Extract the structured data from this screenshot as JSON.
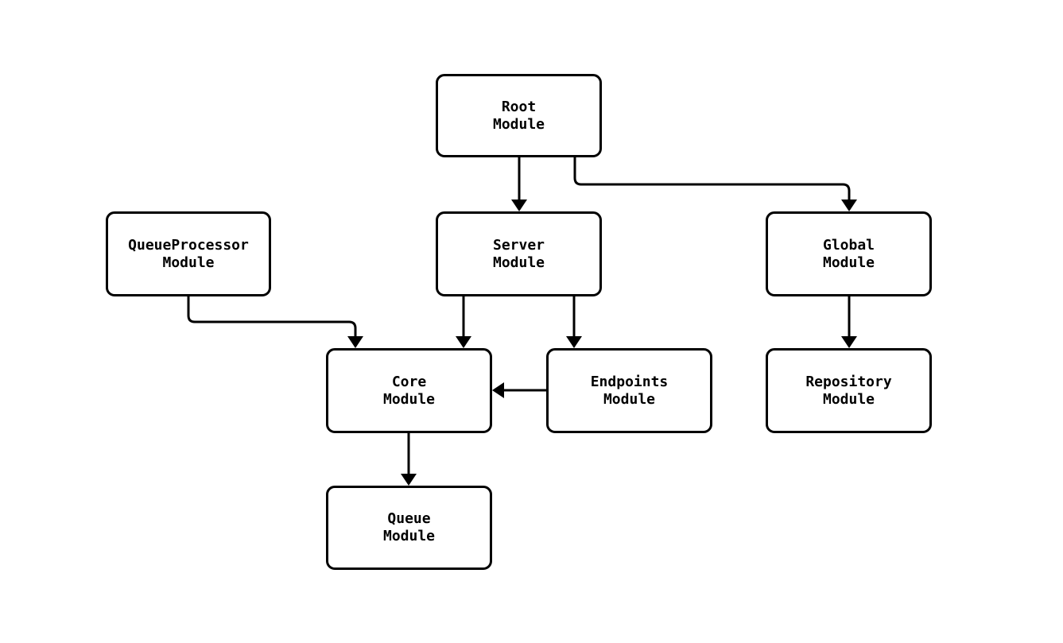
{
  "diagram": {
    "type": "module-dependency-flowchart",
    "background_color": "#ffffff",
    "stroke_color": "#000000",
    "node_fill_color": "#ffffff",
    "nodes": [
      {
        "id": "root",
        "label": "Root\nModule"
      },
      {
        "id": "queueprocessor",
        "label": "QueueProcessor\nModule"
      },
      {
        "id": "server",
        "label": "Server\nModule"
      },
      {
        "id": "global",
        "label": "Global\nModule"
      },
      {
        "id": "core",
        "label": "Core\nModule"
      },
      {
        "id": "endpoints",
        "label": "Endpoints\nModule"
      },
      {
        "id": "repository",
        "label": "Repository\nModule"
      },
      {
        "id": "queue",
        "label": "Queue\nModule"
      }
    ],
    "edges": [
      {
        "from": "root",
        "to": "server"
      },
      {
        "from": "root",
        "to": "global"
      },
      {
        "from": "queueprocessor",
        "to": "core"
      },
      {
        "from": "server",
        "to": "core"
      },
      {
        "from": "server",
        "to": "endpoints"
      },
      {
        "from": "endpoints",
        "to": "core"
      },
      {
        "from": "global",
        "to": "repository"
      },
      {
        "from": "core",
        "to": "queue"
      }
    ]
  }
}
